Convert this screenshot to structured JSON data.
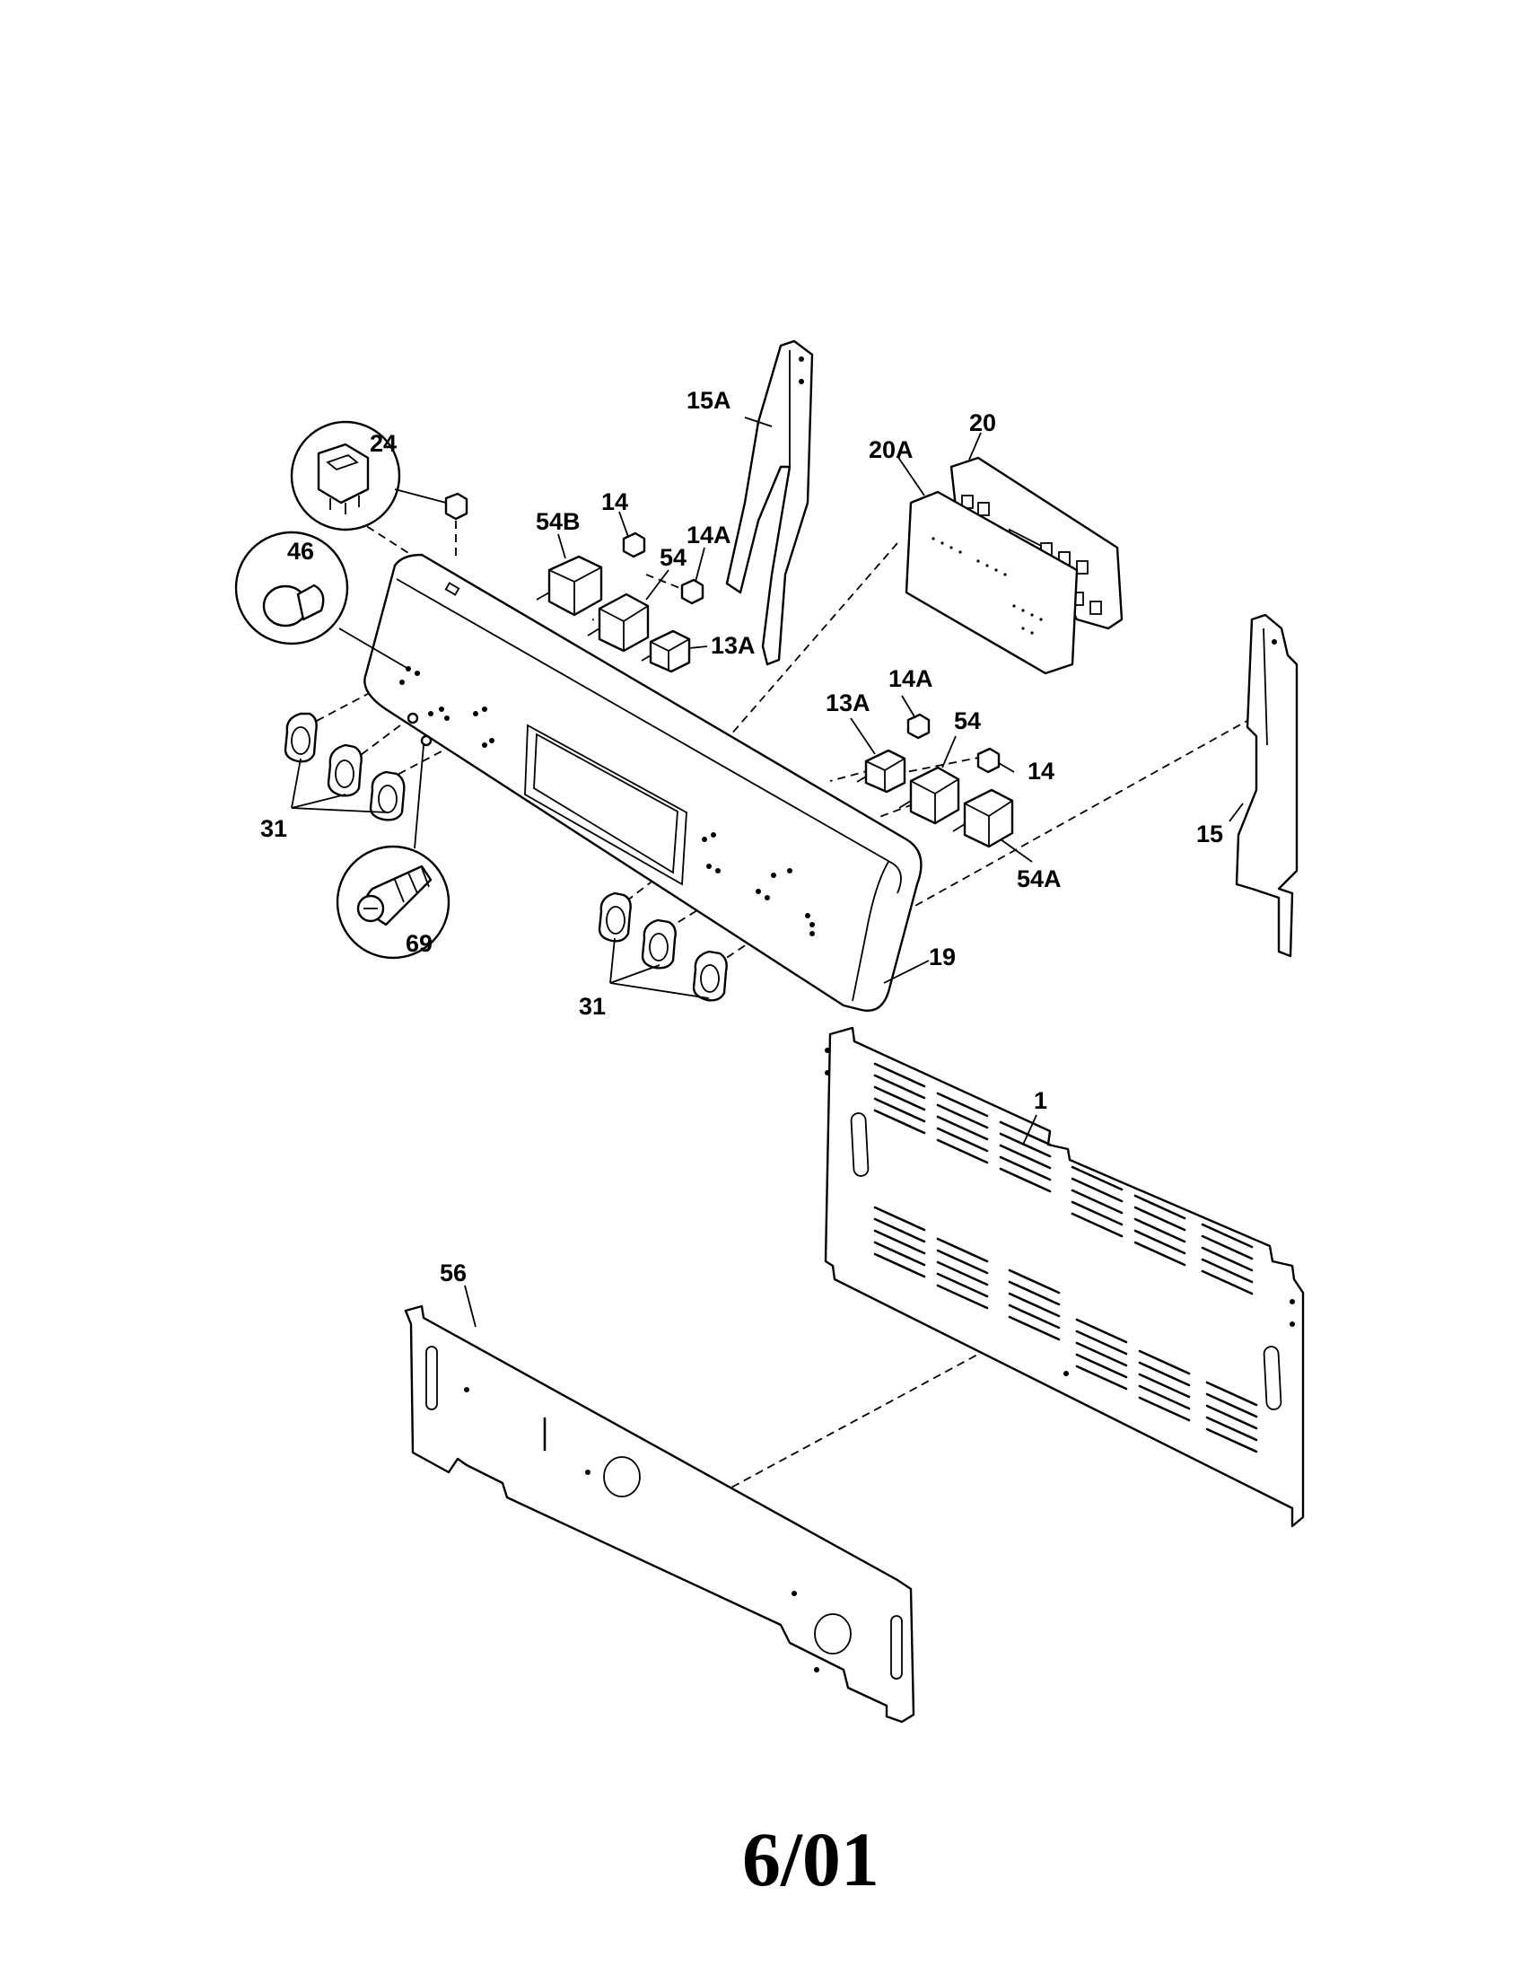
{
  "callouts": {
    "p1": "1",
    "p13A_upper": "13A",
    "p13A_lower": "13A",
    "p14_upper": "14",
    "p14_lower": "14",
    "p14A_upper": "14A",
    "p14A_lower": "14A",
    "p15": "15",
    "p15A": "15A",
    "p19": "19",
    "p20": "20",
    "p20A": "20A",
    "p24": "24",
    "p31_left": "31",
    "p31_right": "31",
    "p46": "46",
    "p54_upper": "54",
    "p54_lower": "54",
    "p54A": "54A",
    "p54B": "54B",
    "p56": "56",
    "p69": "69"
  },
  "footer": {
    "date": "6/01"
  }
}
